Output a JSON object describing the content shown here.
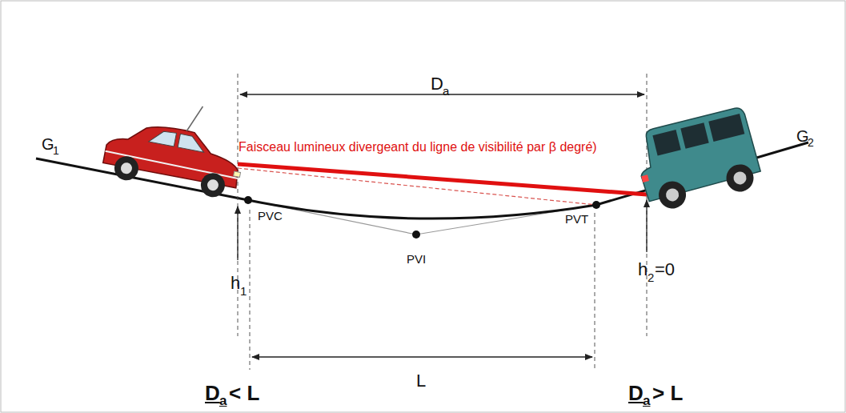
{
  "diagram": {
    "labels": [
      "D",
      "a",
      "Faisceau lumineux divergeant du ligne de visibilité par β degré)",
      "G",
      "1",
      "G",
      "2",
      "PVC",
      "PVI",
      "PVT",
      "h",
      "1",
      "h",
      "2",
      "=0",
      "L",
      "D",
      "a",
      "< L",
      "D",
      "a",
      "> L"
    ]
  }
}
